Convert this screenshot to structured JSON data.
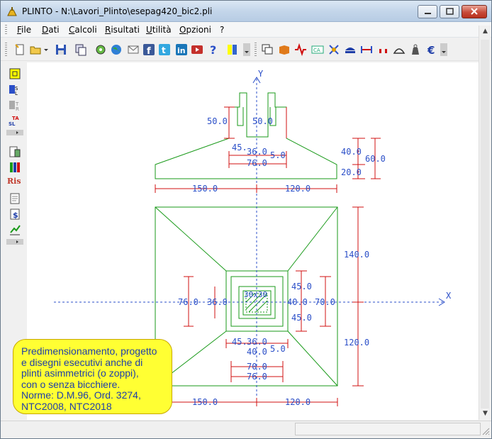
{
  "window": {
    "title": "PLINTO - N:\\Lavori_Plinto\\esepag420_bic2.pli"
  },
  "menu": [
    "File",
    "Dati",
    "Calcoli",
    "Risultati",
    "Utilità",
    "Opzioni",
    "?"
  ],
  "toolbar": {
    "icons": [
      "new-file-icon",
      "open-folder-icon",
      "save-icon",
      "copy-icon",
      "settings-icon",
      "globe-icon",
      "mail-icon",
      "facebook-icon",
      "twitter-icon",
      "linkedin-icon",
      "youtube-icon",
      "help-icon",
      "text-icon",
      "windows-icon",
      "book-icon",
      "rebar-icon",
      "calc-icon",
      "network-icon",
      "section-icon",
      "dimension-icon",
      "support-icon",
      "shape-icon",
      "weight-icon",
      "euro-icon"
    ]
  },
  "left_toolbar": {
    "icons": [
      "plinth-icon",
      "sl-icon",
      "tr-icon",
      "tasl-icon",
      "report-icon",
      "colors-icon",
      "ris-icon",
      "document-icon",
      "sum-icon",
      "chart-icon"
    ],
    "labels": {
      "ris": "Ris"
    }
  },
  "drawing": {
    "axis_x": "X",
    "axis_y": "Y",
    "dims": {
      "d50_left": "50.0",
      "d50_right": "50.0",
      "d45_top": "45.",
      "d36_top": "36.0",
      "d76_top": "76.0",
      "d5_top": "5.0",
      "d40_side": "40.0",
      "d60_side": "60.0",
      "d20_side": "20.0",
      "d150_top": "150.0",
      "d120_top": "120.0",
      "d140": "140.0",
      "d120_right": "120.0",
      "d76_left": "76.0",
      "d36_left": "36.0",
      "socket": "30x30",
      "d45_r1": "45.0",
      "d40_mid": "40.0",
      "d70_mid": "70.0",
      "d45_r2": "45.0",
      "d45_bot": "45.",
      "d36_bot": "36.0",
      "d40_bot": "40.0",
      "d5_bot": "5.0",
      "d70_bot": "70.0",
      "d76_bot": "76.0",
      "d150_bot": "150.0",
      "d120_bot": "120.0"
    }
  },
  "note": {
    "text": "Predimensionamento, progetto\ne disegni esecutivi anche di\nplinti asimmetrici (o zoppi),\ncon o senza bicchiere.\nNorme: D.M.96, Ord. 3274,\nNTC2008, NTC2018"
  },
  "colors": {
    "geometry": "#1a9a1a",
    "dimension": "#d01010",
    "text": "#2b4fc8",
    "note_bg": "#ffff33"
  }
}
